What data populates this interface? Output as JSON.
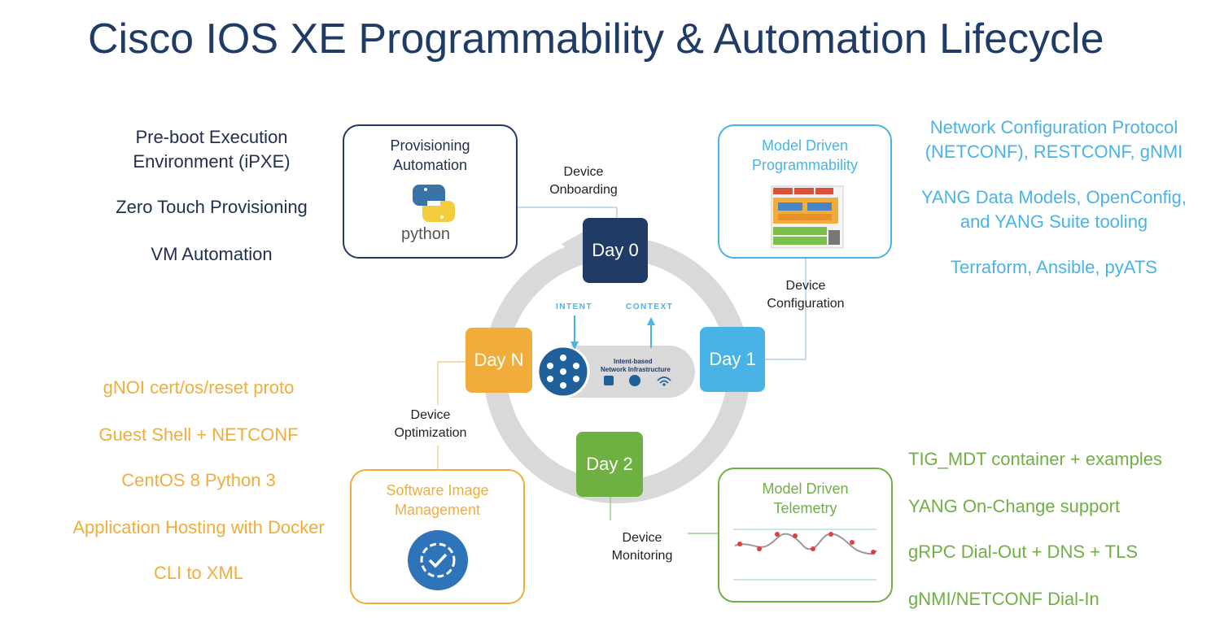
{
  "title": "Cisco IOS XE Programmability & Automation Lifecycle",
  "left_top_list": [
    "Pre-boot Execution",
    "Environment (iPXE)",
    "Zero Touch Provisioning",
    "VM Automation"
  ],
  "right_top_list": [
    "Network Configuration Protocol",
    "(NETCONF), RESTCONF, gNMI",
    "YANG Data Models, OpenConfig,",
    "and YANG Suite tooling",
    "Terraform, Ansible, pyATS"
  ],
  "left_bottom_list": [
    "gNOI cert/os/reset proto",
    "Guest Shell + NETCONF",
    "CentOS 8 Python 3",
    "Application Hosting with Docker",
    "CLI to XML"
  ],
  "right_bottom_list": [
    "TIG_MDT container + examples",
    "YANG On-Change support",
    "gRPC Dial-Out + DNS + TLS",
    "gNMI/NETCONF Dial-In"
  ],
  "boxes": {
    "provisioning": [
      "Provisioning",
      "Automation"
    ],
    "python_logo": "python",
    "model_prog": [
      "Model Driven",
      "Programmability"
    ],
    "software_image": [
      "Software Image",
      "Management"
    ],
    "telemetry": [
      "Model Driven",
      "Telemetry"
    ]
  },
  "days": {
    "day0": "Day 0",
    "day1": "Day 1",
    "day2": "Day 2",
    "dayn": "Day N"
  },
  "phase_labels": {
    "onboarding": [
      "Device",
      "Onboarding"
    ],
    "configuration": [
      "Device",
      "Configuration"
    ],
    "monitoring": [
      "Device",
      "Monitoring"
    ],
    "optimization": [
      "Device",
      "Optimization"
    ]
  },
  "center": {
    "intent": "INTENT",
    "context": "CONTEXT",
    "ibn": [
      "Intent-based",
      "Network Infrastructure"
    ]
  },
  "colors": {
    "navy": "#1f3b66",
    "blue": "#4ab3e6",
    "orange": "#f0ad3c",
    "green": "#6fb043",
    "day0": "#1f3b66",
    "ring": "#d9d9d9"
  }
}
